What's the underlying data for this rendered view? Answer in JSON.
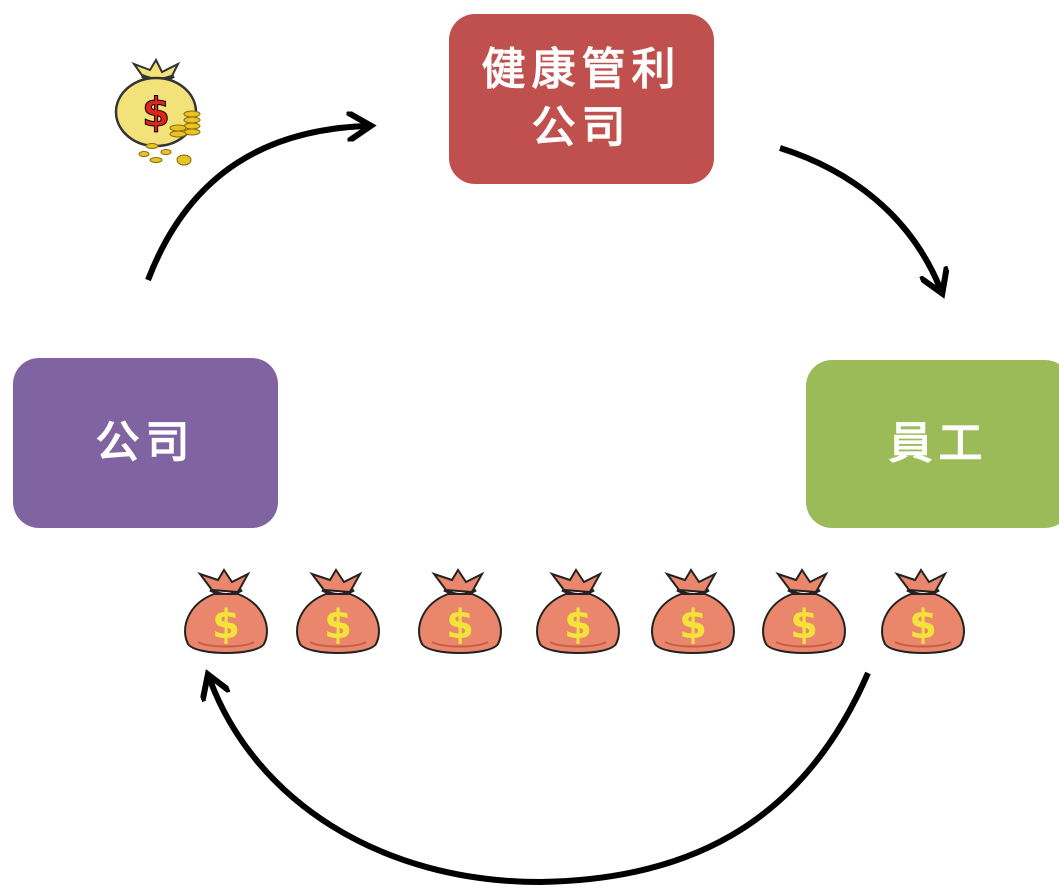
{
  "nodes": {
    "top": {
      "lines": [
        "健康管利",
        "公司"
      ]
    },
    "left": {
      "label": "公司"
    },
    "right": {
      "label": "員工"
    }
  },
  "icons": {
    "money_bag": "money-bag-icon",
    "coin_bag": "money-bag-with-coins-icon",
    "arrow": "curved-arrow-icon"
  },
  "colors": {
    "top": "#c0504d",
    "left": "#8064a2",
    "right": "#9bbb59",
    "money_bag_fill": "#e9866c",
    "dollar_sign": "#f2e23a",
    "coin_bag_fill": "#f3e27a",
    "coin_bag_dollar": "#e0241c",
    "arrow": "#000000"
  },
  "money_bag_count": 7
}
